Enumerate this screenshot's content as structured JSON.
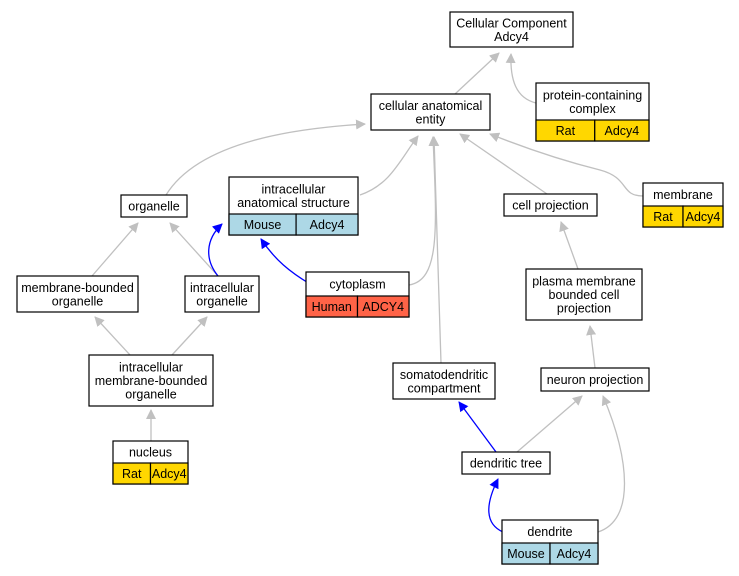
{
  "colors": {
    "rat": "#ffd700",
    "mouse": "#add8e6",
    "human": "#ff6347",
    "edge_default": "#c0c0c0",
    "edge_highlight": "#0000ff"
  },
  "nodes": {
    "root": {
      "lines": [
        "Cellular Component",
        "Adcy4"
      ]
    },
    "cae": {
      "lines": [
        "cellular anatomical",
        "entity"
      ]
    },
    "pcc": {
      "lines": [
        "protein-containing",
        "complex"
      ],
      "species": "Rat",
      "gene": "Adcy4"
    },
    "organelle": {
      "lines": [
        "organelle"
      ]
    },
    "ias": {
      "lines": [
        "intracellular",
        "anatomical structure"
      ],
      "species": "Mouse",
      "gene": "Adcy4"
    },
    "cellproj": {
      "lines": [
        "cell projection"
      ]
    },
    "membrane": {
      "lines": [
        "membrane"
      ],
      "species": "Rat",
      "gene": "Adcy4"
    },
    "mbo": {
      "lines": [
        "membrane-bounded",
        "organelle"
      ]
    },
    "io": {
      "lines": [
        "intracellular",
        "organelle"
      ]
    },
    "cytoplasm": {
      "lines": [
        "cytoplasm"
      ],
      "species": "Human",
      "gene": "ADCY4"
    },
    "pmbcp": {
      "lines": [
        "plasma membrane",
        "bounded cell",
        "projection"
      ]
    },
    "imbo": {
      "lines": [
        "intracellular",
        "membrane-bounded",
        "organelle"
      ]
    },
    "somato": {
      "lines": [
        "somatodendritic",
        "compartment"
      ]
    },
    "neuronproj": {
      "lines": [
        "neuron projection"
      ]
    },
    "nucleus": {
      "lines": [
        "nucleus"
      ],
      "species": "Rat",
      "gene": "Adcy4"
    },
    "dtree": {
      "lines": [
        "dendritic tree"
      ]
    },
    "dendrite": {
      "lines": [
        "dendrite"
      ],
      "species": "Mouse",
      "gene": "Adcy4"
    }
  },
  "edges": [
    {
      "from": "cae",
      "to": "root"
    },
    {
      "from": "pcc",
      "to": "root"
    },
    {
      "from": "organelle",
      "to": "cae"
    },
    {
      "from": "ias",
      "to": "cae"
    },
    {
      "from": "cytoplasm",
      "to": "cae"
    },
    {
      "from": "somato",
      "to": "cae"
    },
    {
      "from": "cellproj",
      "to": "cae"
    },
    {
      "from": "membrane",
      "to": "cae"
    },
    {
      "from": "mbo",
      "to": "organelle"
    },
    {
      "from": "io",
      "to": "organelle"
    },
    {
      "from": "io",
      "to": "ias",
      "highlight": true
    },
    {
      "from": "cytoplasm",
      "to": "ias",
      "highlight": true
    },
    {
      "from": "pmbcp",
      "to": "cellproj"
    },
    {
      "from": "imbo",
      "to": "mbo"
    },
    {
      "from": "imbo",
      "to": "io"
    },
    {
      "from": "neuronproj",
      "to": "pmbcp"
    },
    {
      "from": "nucleus",
      "to": "imbo"
    },
    {
      "from": "dtree",
      "to": "somato",
      "highlight": true
    },
    {
      "from": "dtree",
      "to": "neuronproj"
    },
    {
      "from": "dendrite",
      "to": "dtree",
      "highlight": true
    },
    {
      "from": "dendrite",
      "to": "neuronproj"
    }
  ]
}
